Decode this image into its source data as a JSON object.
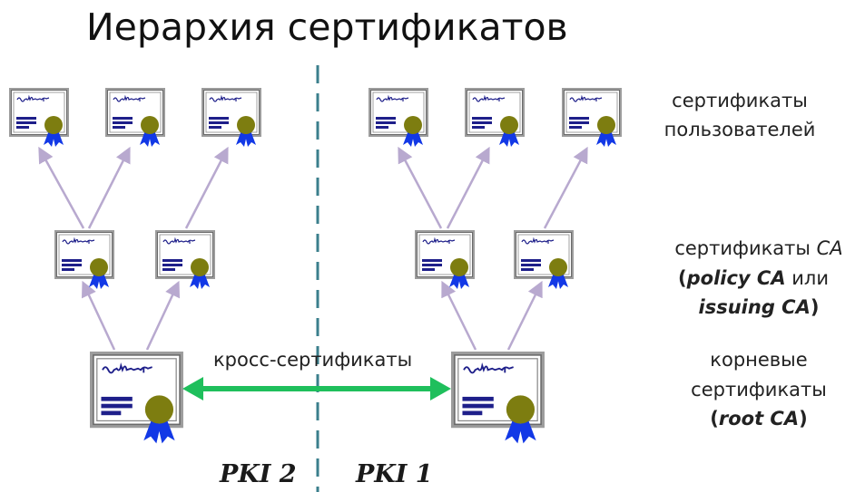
{
  "title": "Иерархия сертификатов",
  "labels": {
    "user_certs_line1": "сертификаты",
    "user_certs_line2": "пользователей",
    "ca_certs_line1": "сертификаты ",
    "ca_certs_ca": "CA",
    "ca_certs_line2_open": "(",
    "ca_certs_policy": "policy CA",
    "ca_certs_line2_or": " или",
    "ca_certs_issuing": "issuing CA",
    "ca_certs_line3_close": ")",
    "root_line1": "корневые",
    "root_line2": "сертификаты",
    "root_open": "(",
    "root_ca": "root CA",
    "root_close": ")",
    "cross": "кросс-сертификаты",
    "pki_left": "PKI 2",
    "pki_right": "PKI 1"
  },
  "colors": {
    "divider": "#3b7f8c",
    "cross_arrow": "#1fbf5c",
    "tree_arrow": "#b8a9cf",
    "cert_lines": "#1e1f8a",
    "seal": "#7d7d10",
    "ribbon": "#1238e6"
  },
  "icons": {
    "certificate": "certificate-icon"
  }
}
